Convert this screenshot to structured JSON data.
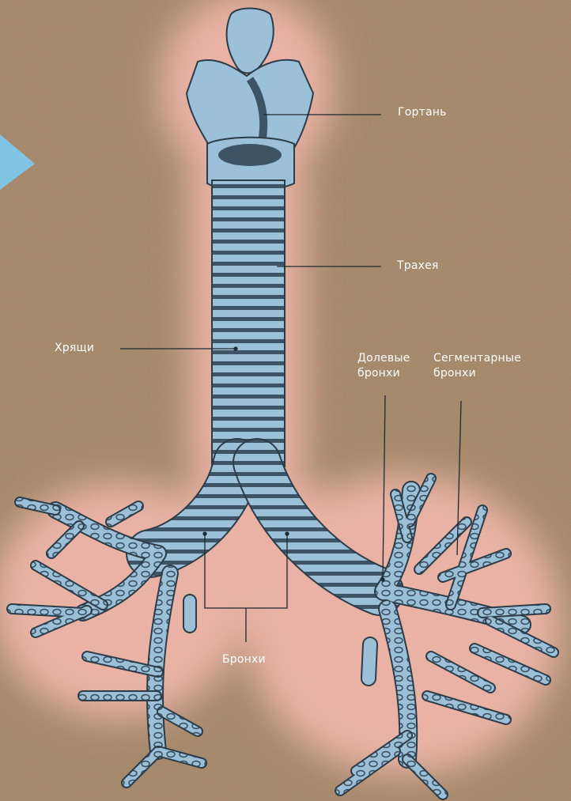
{
  "labels": {
    "larynx": "Гортань",
    "trachea": "Трахея",
    "cartilages": "Хрящи",
    "lobar_bronchi": [
      "Долевые",
      "бронхи"
    ],
    "segmental_bronchi": [
      "Сегментарные",
      "бронхи"
    ],
    "bronchi": "Бронхи"
  },
  "colors": {
    "background": "#a48565",
    "glow": "#e9b2a4",
    "organ": "#9cc0d8",
    "organ_dark": "#3c5466",
    "label_text": "#ffffff",
    "pointer": "#1f2a30",
    "corner_accent": "#7fc4e2"
  }
}
